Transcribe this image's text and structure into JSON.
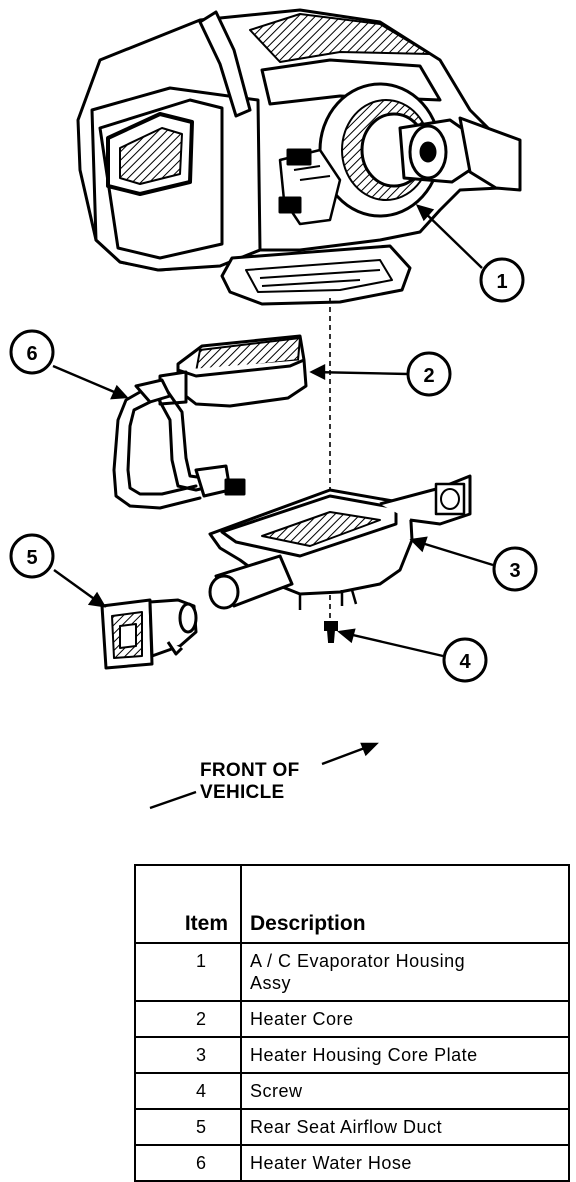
{
  "diagram": {
    "callouts": [
      "1",
      "2",
      "3",
      "4",
      "5",
      "6"
    ],
    "front_label_line1": "FRONT OF",
    "front_label_line2": "VEHICLE"
  },
  "legend": {
    "header_item": "Item",
    "header_description": "Description",
    "rows": [
      {
        "item": "1",
        "line1": "A / C Evaporator Housing",
        "line2": "Assy"
      },
      {
        "item": "2",
        "line1": "Heater Core",
        "line2": ""
      },
      {
        "item": "3",
        "line1": "Heater Housing Core Plate",
        "line2": ""
      },
      {
        "item": "4",
        "line1": "Screw",
        "line2": ""
      },
      {
        "item": "5",
        "line1": "Rear Seat Airflow Duct",
        "line2": ""
      },
      {
        "item": "6",
        "line1": "Heater Water Hose",
        "line2": ""
      }
    ]
  }
}
